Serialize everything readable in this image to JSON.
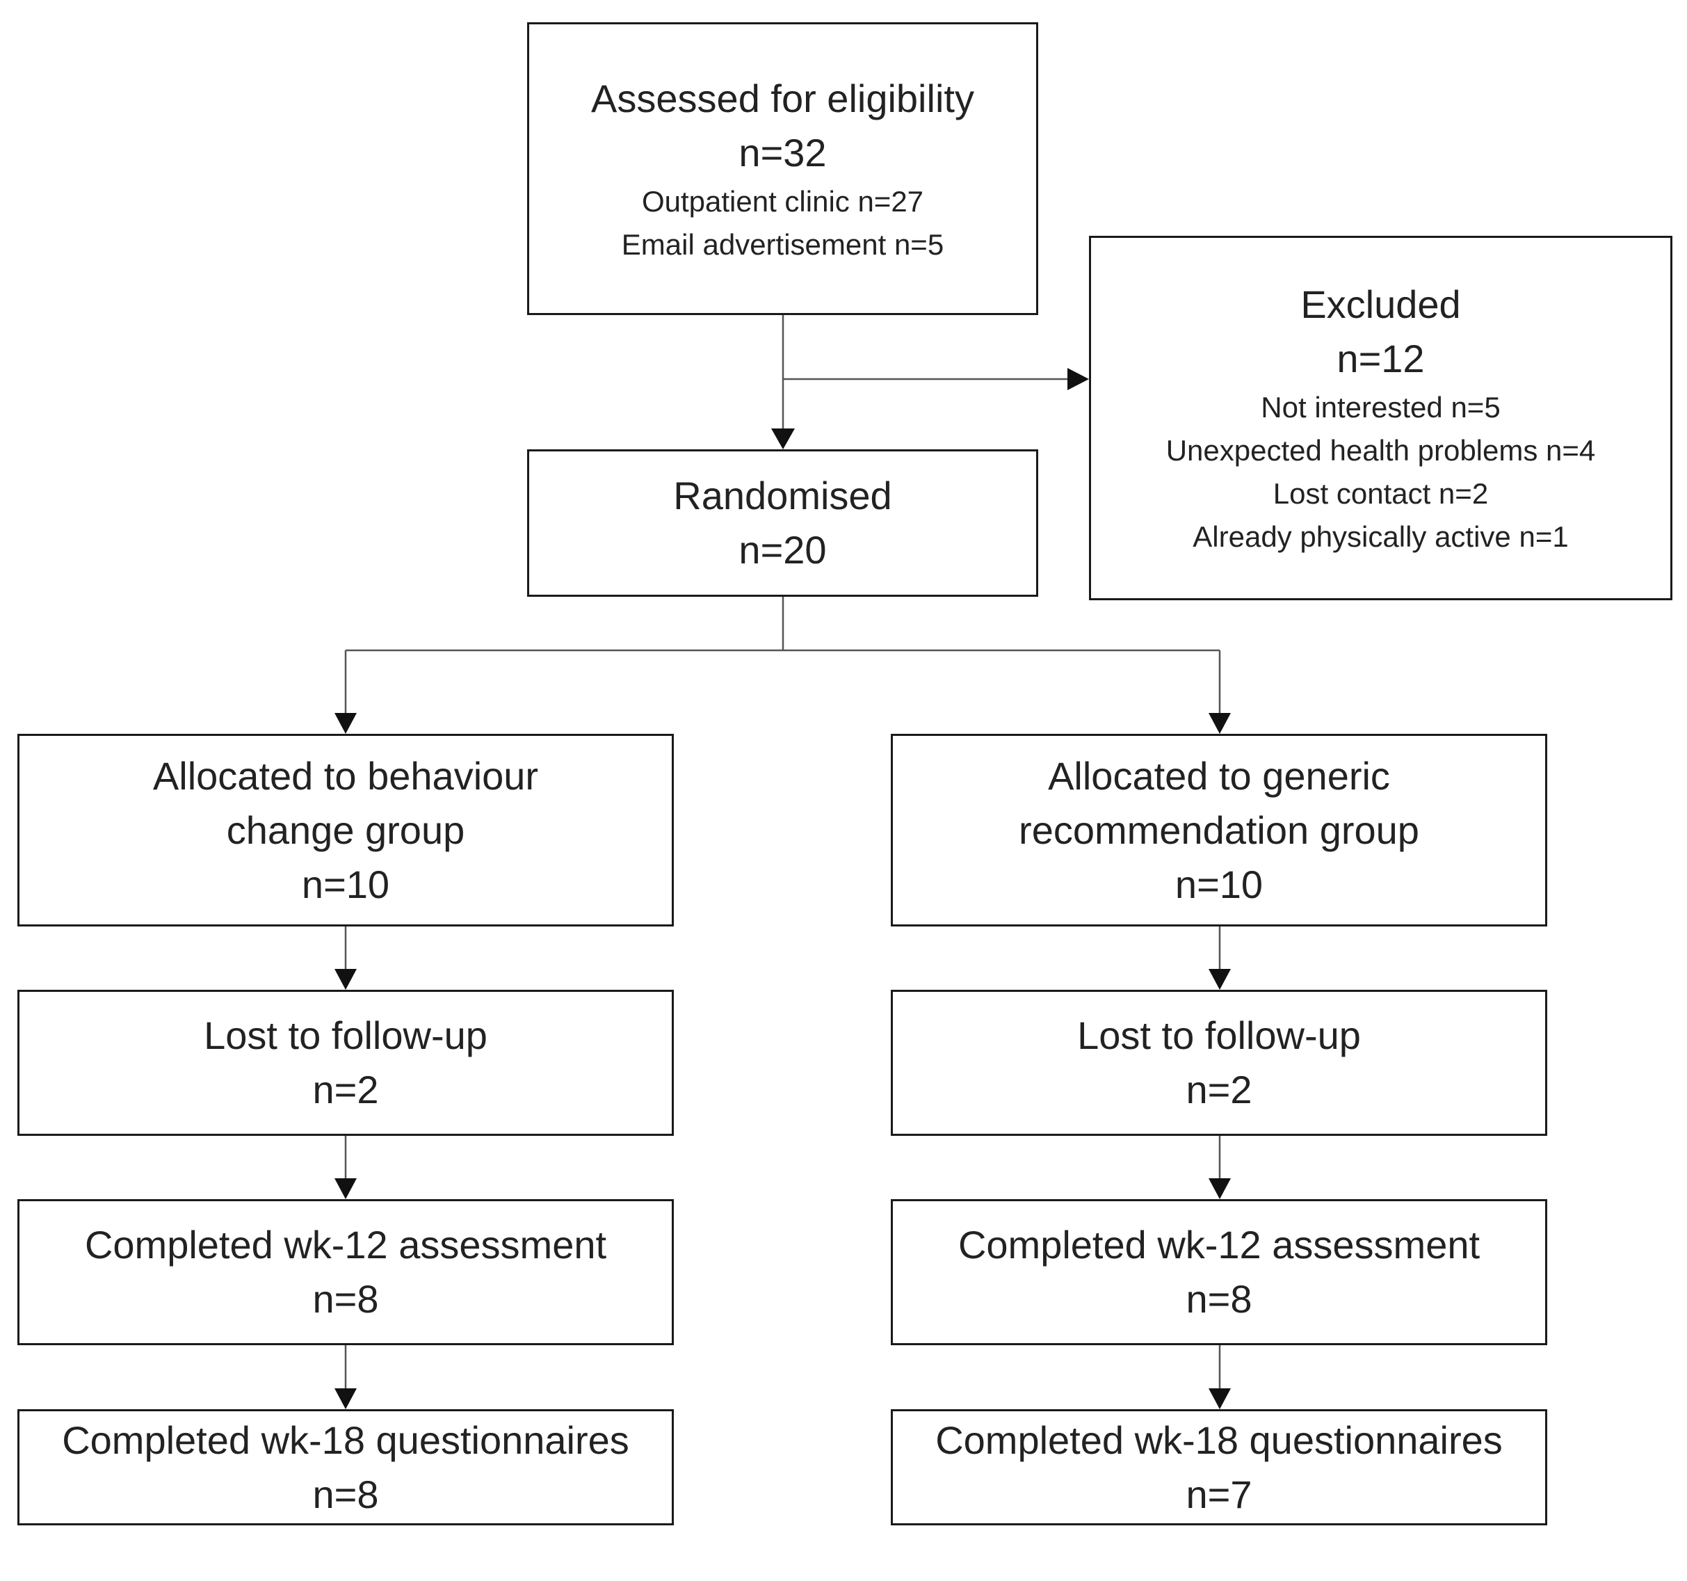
{
  "boxes": {
    "assessed": {
      "title": "Assessed for eligibility",
      "n": "n=32",
      "sub1": "Outpatient clinic n=27",
      "sub2": "Email advertisement n=5"
    },
    "excluded": {
      "title": "Excluded",
      "n": "n=12",
      "sub1": "Not interested n=5",
      "sub2": "Unexpected health problems n=4",
      "sub3": "Lost contact n=2",
      "sub4": "Already physically active n=1"
    },
    "randomised": {
      "title": "Randomised",
      "n": "n=20"
    },
    "left": {
      "alloc_line1": "Allocated to behaviour",
      "alloc_line2": "change group",
      "alloc_n": "n=10",
      "lost_title": "Lost to follow-up",
      "lost_n": "n=2",
      "wk12_title": "Completed wk-12 assessment",
      "wk12_n": "n=8",
      "wk18_title": "Completed wk-18 questionnaires",
      "wk18_n": "n=8"
    },
    "right": {
      "alloc_line1": "Allocated to generic",
      "alloc_line2": "recommendation group",
      "alloc_n": "n=10",
      "lost_title": "Lost to follow-up",
      "lost_n": "n=2",
      "wk12_title": "Completed wk-12 assessment",
      "wk12_n": "n=8",
      "wk18_title": "Completed wk-18 questionnaires",
      "wk18_n": "n=7"
    }
  }
}
